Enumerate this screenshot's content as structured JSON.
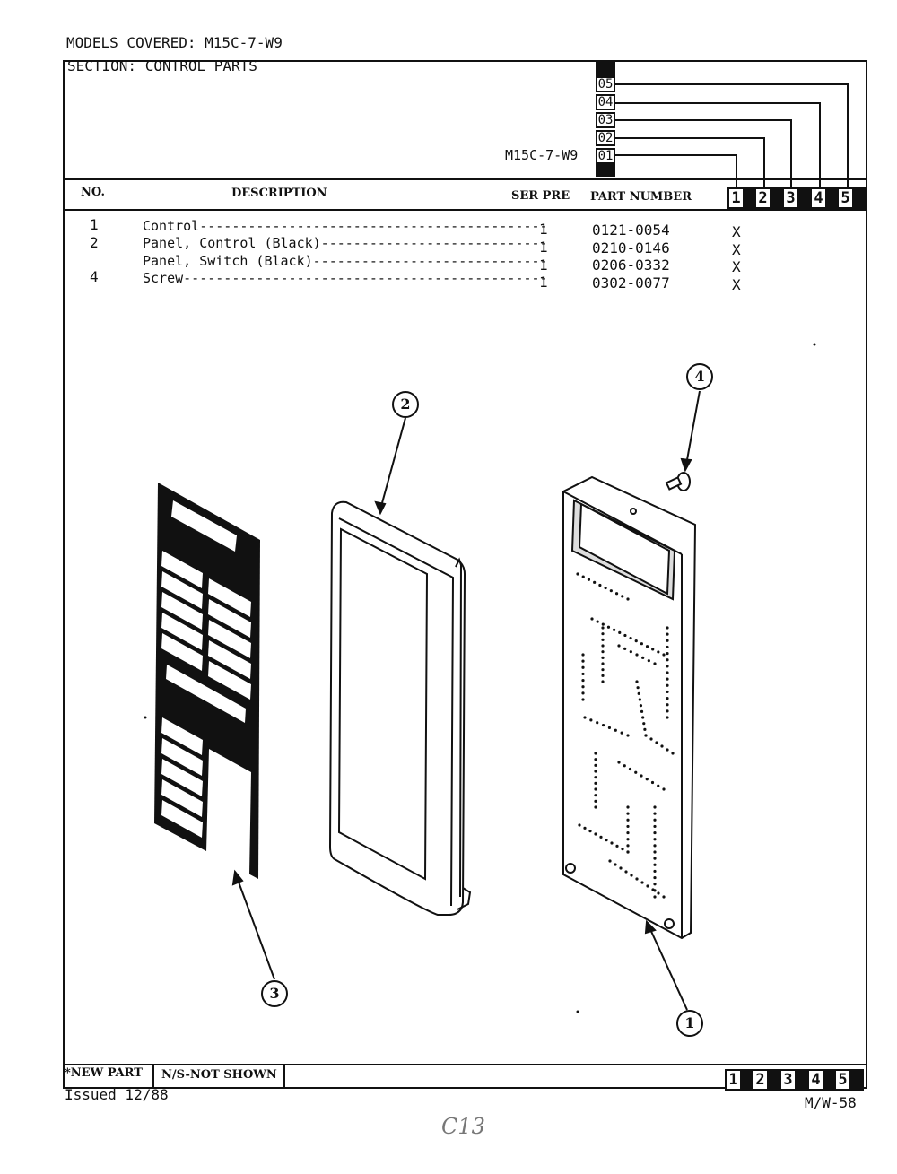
{
  "header": {
    "models_covered": "MODELS COVERED:  M15C-7-W9",
    "section": "SECTION:  CONTROL PARTS",
    "model_label": "M15C-7-W9",
    "model_codes": [
      "05",
      "04",
      "03",
      "02",
      "01"
    ]
  },
  "table": {
    "col_no": "NO.",
    "col_desc": "DESCRIPTION",
    "col_serpre": "SER PRE",
    "col_part": "PART NUMBER",
    "col_models": [
      "1",
      "2",
      "3",
      "4",
      "5"
    ],
    "rows": [
      {
        "no": "1",
        "desc": "Control-------------------------------------------",
        "qty": "1",
        "part": "0121-0054",
        "mark": "X"
      },
      {
        "no": "2",
        "desc": "Panel, Control (Black)----------------------------",
        "qty": "1",
        "part": "0210-0146",
        "mark": "X"
      },
      {
        "no": "",
        "desc": "Panel, Switch (Black)-----------------------------",
        "qty": "1",
        "part": "0206-0332",
        "mark": "X"
      },
      {
        "no": "4",
        "desc": "Screw---------------------------------------------",
        "qty": "1",
        "part": "0302-0077",
        "mark": "X"
      }
    ]
  },
  "callouts": [
    "1",
    "2",
    "3",
    "4"
  ],
  "footer": {
    "new_part": "*NEW PART",
    "not_shown": "N/S-NOT SHOWN",
    "models": [
      "1",
      "2",
      "3",
      "4",
      "5"
    ],
    "issued": "Issued 12/88",
    "page_code": "M/W-58",
    "handwritten": "C13"
  }
}
